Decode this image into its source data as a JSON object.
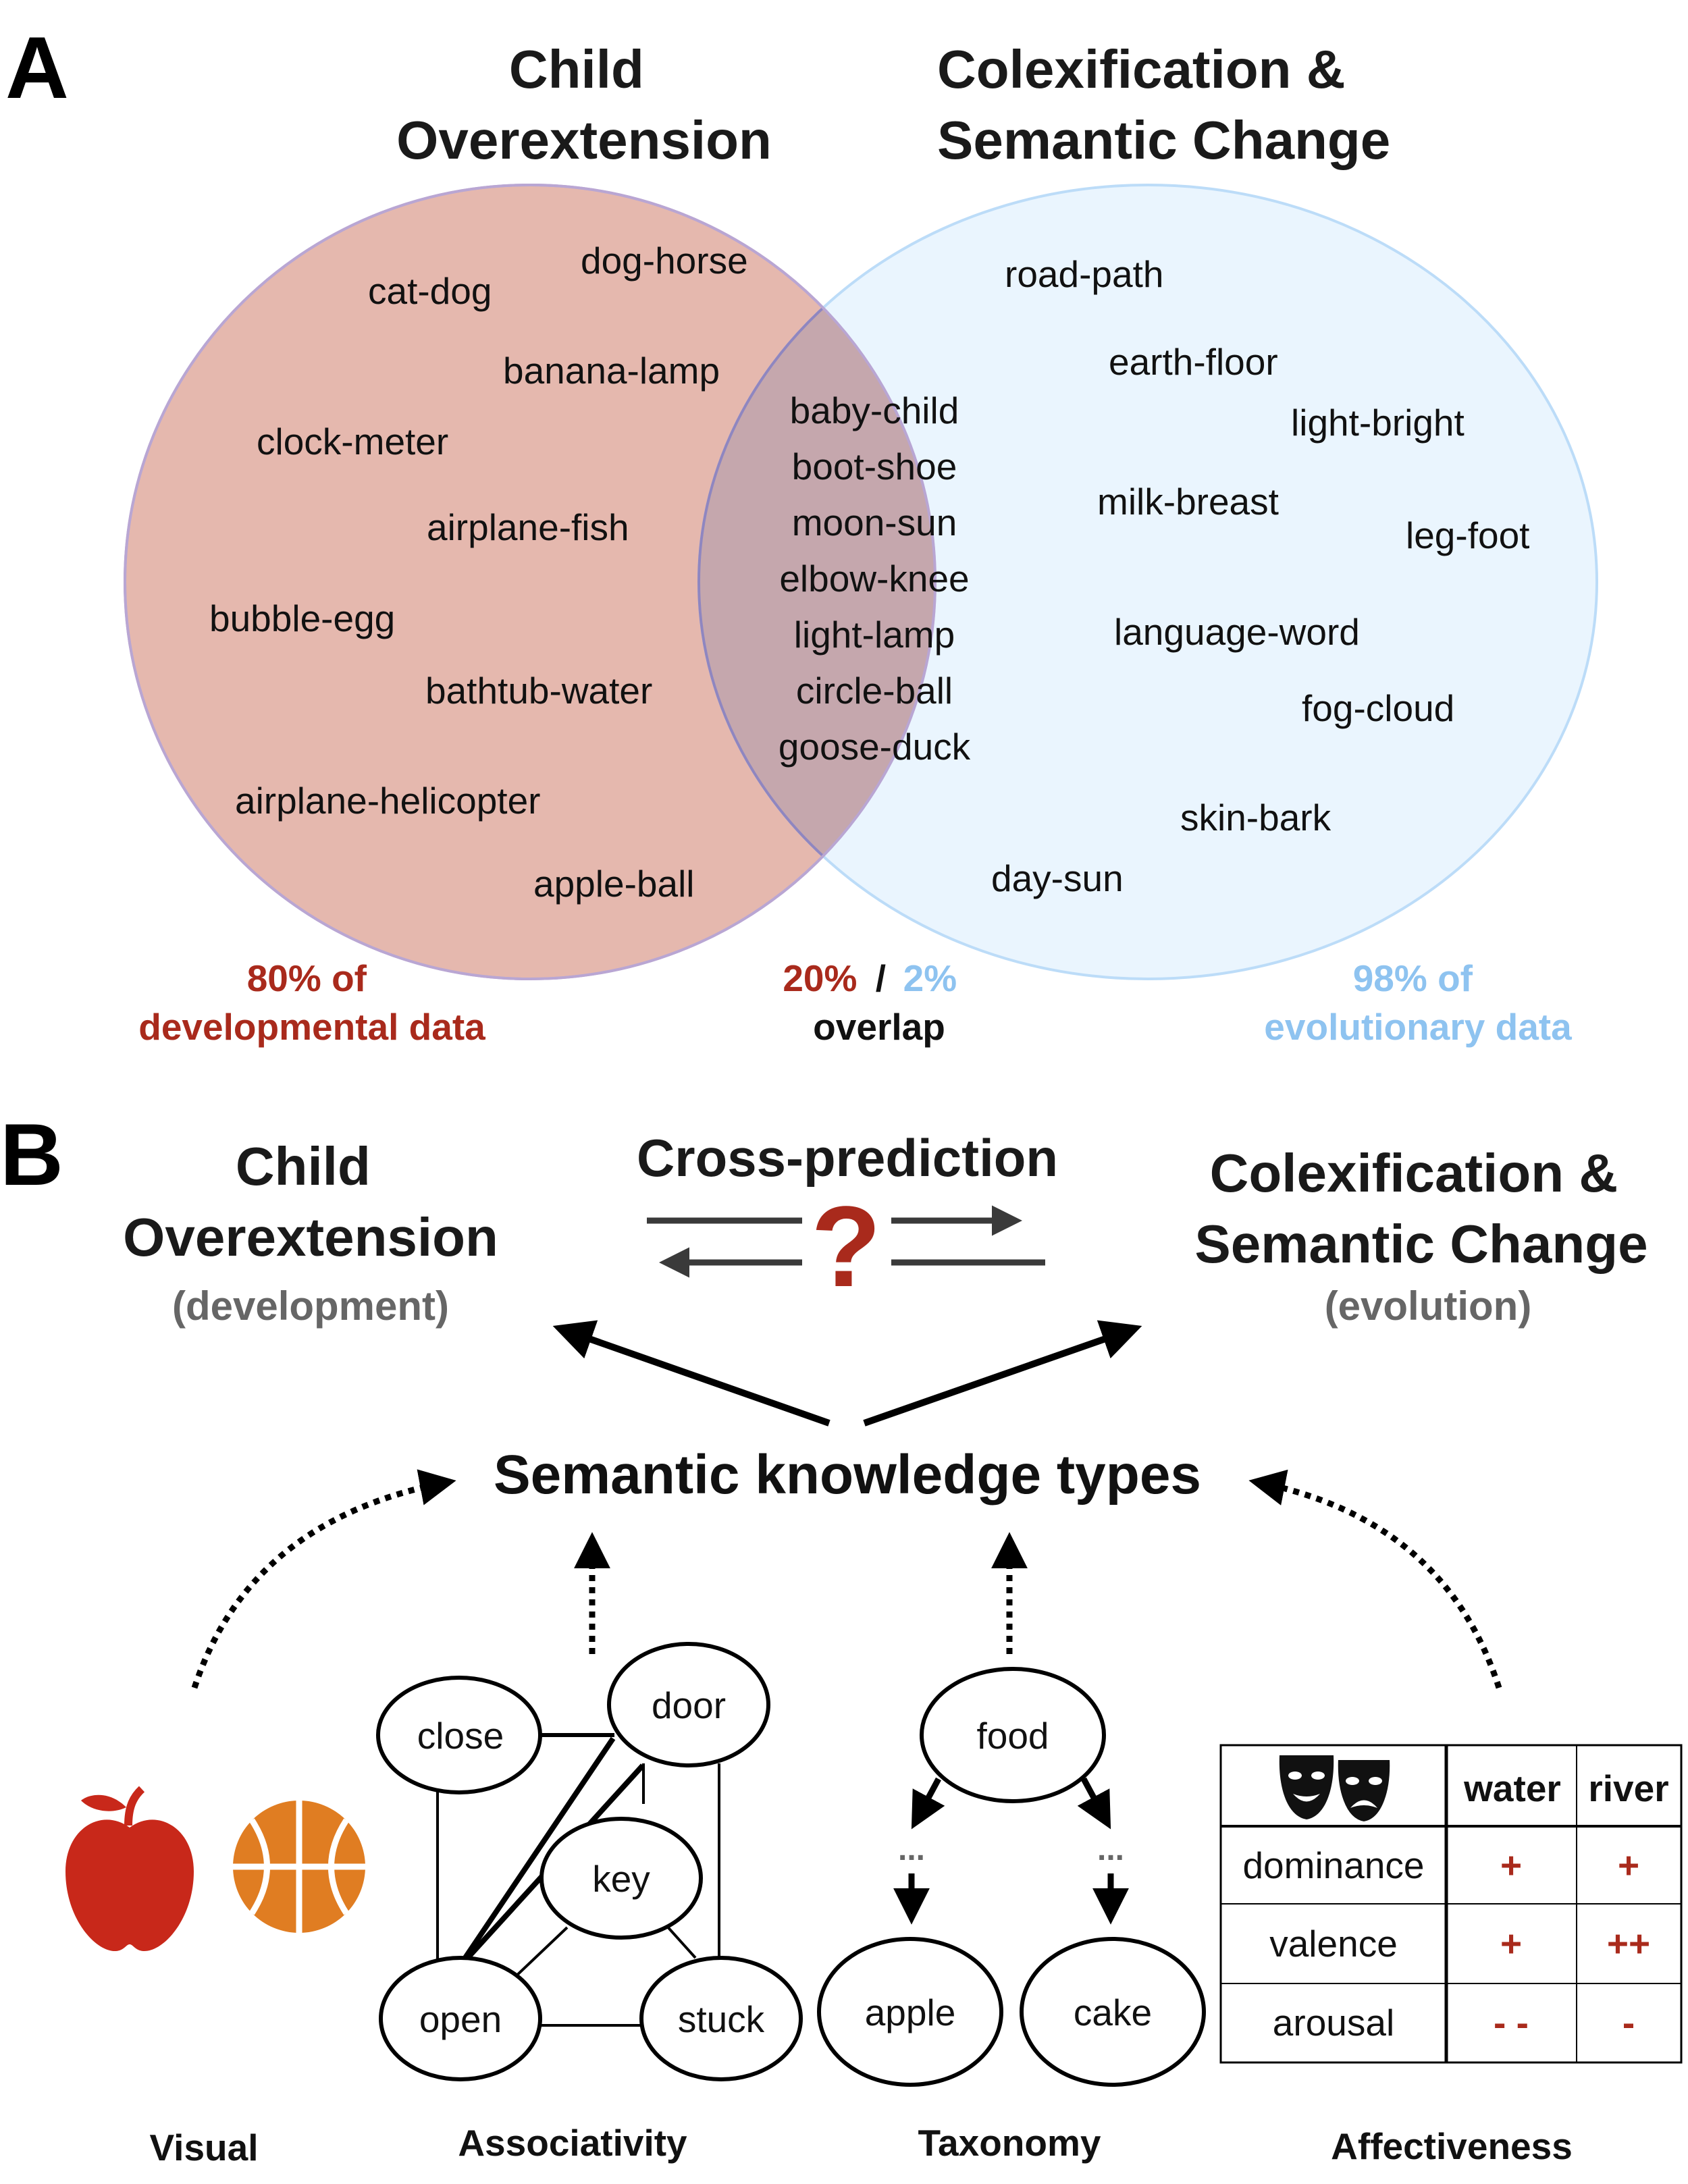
{
  "panel_a": {
    "letter": "A",
    "left_title": [
      "Child",
      "Overextension"
    ],
    "right_title": [
      "Colexification &",
      "Semantic Change"
    ],
    "left_only": [
      "cat-dog",
      "dog-horse",
      "banana-lamp",
      "clock-meter",
      "airplane-fish",
      "bubble-egg",
      "bathtub-water",
      "airplane-helicopter",
      "apple-ball"
    ],
    "overlap_items": [
      "baby-child",
      "boot-shoe",
      "moon-sun",
      "elbow-knee",
      "light-lamp",
      "circle-ball",
      "goose-duck"
    ],
    "right_only": [
      "road-path",
      "earth-floor",
      "light-bright",
      "milk-breast",
      "leg-foot",
      "language-word",
      "fog-cloud",
      "skin-bark",
      "day-sun"
    ],
    "left_stat": [
      "80% of",
      "developmental data"
    ],
    "overlap_stat": {
      "left_pct": "20%",
      "sep": "/",
      "right_pct": "2%",
      "label": "overlap"
    },
    "right_stat": [
      "98% of",
      "evolutionary data"
    ],
    "colors": {
      "left": "#a92a1c",
      "right": "#8ec3f0",
      "left_fill": "#e5b8ae",
      "right_fill": "#d9ecfd"
    }
  },
  "panel_b": {
    "letter": "B",
    "left_title": [
      "Child",
      "Overextension"
    ],
    "left_sub": "(development)",
    "right_title": [
      "Colexification &",
      "Semantic Change"
    ],
    "right_sub": "(evolution)",
    "cross_prediction": "Cross-prediction",
    "question_mark": "?",
    "center_title": "Semantic knowledge types",
    "visual": {
      "label": "Visual",
      "icons": [
        "apple-icon",
        "basketball-icon"
      ]
    },
    "associativity": {
      "label": "Associativity",
      "nodes": [
        "close",
        "door",
        "key",
        "open",
        "stuck"
      ]
    },
    "taxonomy": {
      "label": "Taxonomy",
      "root": "food",
      "ellipsis": "...",
      "children": [
        "apple",
        "cake"
      ]
    },
    "affectiveness": {
      "label": "Affectiveness",
      "icon": "theater-masks-icon",
      "columns": [
        "water",
        "river"
      ],
      "rows": [
        {
          "name": "dominance",
          "values": [
            "+",
            "+"
          ]
        },
        {
          "name": "valence",
          "values": [
            "+",
            "++"
          ]
        },
        {
          "name": "arousal",
          "values": [
            "- -",
            "-"
          ]
        }
      ]
    }
  }
}
